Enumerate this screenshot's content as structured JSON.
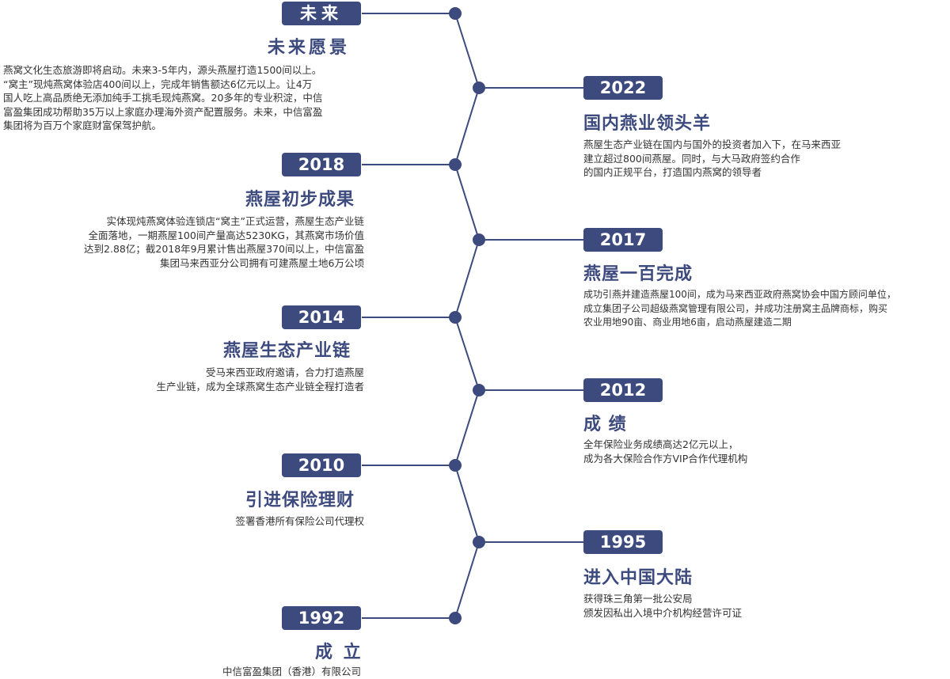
{
  "colors": {
    "accent": "#3d4a7e",
    "text": "#333333",
    "background": "#ffffff"
  },
  "milestones": [
    {
      "year": "未来",
      "title": "未来愿景",
      "desc": [
        "燕窝文化生态旅游即将启动。未来3-5年内，源头燕屋打造1500间以上。",
        "“窝主”现炖燕窝体验店400间以上，完成年销售额达6亿元以上。让4万",
        "国人吃上高品质绝无添加纯手工挑毛现炖燕窝。20多年的专业积淀，中信",
        "富盈集团成功帮助35万以上家庭办理海外资产配置服务。未来，中信富盈",
        "集团将为百万个家庭财富保驾护航。"
      ]
    },
    {
      "year": "2022",
      "title": "国内燕业领头羊",
      "desc": [
        "燕屋生态产业链在国内与国外的投资者加入下，在马来西亚",
        "建立超过800间燕屋。同时，与大马政府签约合作",
        "的国内正规平台，打造国内燕窝的领导者"
      ]
    },
    {
      "year": "2018",
      "title": "燕屋初步成果",
      "desc": [
        "实体现炖燕窝体验连锁店“窝主”正式运营，燕屋生态产业链",
        "全面落地，一期燕屋100间产量高达5230KG，其燕窝市场价值",
        "达到2.88亿；截2018年9月累计售出燕屋370间以上，中信富盈",
        "集团马来西亚分公司拥有可建燕屋土地6万公顷"
      ]
    },
    {
      "year": "2017",
      "title": "燕屋一百完成",
      "desc": [
        "成功引燕并建造燕屋100间，成为马来西亚政府燕窝协会中国方顾问单位，",
        "成立集团子公司超级燕窝管理有限公司，并成功注册窝主品牌商标，购买",
        "农业用地90亩、商业用地6亩，启动燕屋建造二期"
      ]
    },
    {
      "year": "2014",
      "title": "燕屋生态产业链",
      "desc": [
        "受马来西亚政府邀请，合力打造燕屋",
        "生产业链，成为全球燕窝生态产业链全程打造者"
      ]
    },
    {
      "year": "2012",
      "title": "成 绩",
      "desc": [
        "全年保险业务成绩高达2亿元以上，",
        "成为各大保险合作方VIP合作代理机构"
      ]
    },
    {
      "year": "2010",
      "title": "引进保险理财",
      "desc": [
        "签署香港所有保险公司代理权"
      ]
    },
    {
      "year": "1995",
      "title": "进入中国大陆",
      "desc": [
        "获得珠三角第一批公安局",
        "颁发因私出入境中介机构经营许可证"
      ]
    },
    {
      "year": "1992",
      "title": "成 立",
      "desc": [
        "中信富盈集团（香港）有限公司"
      ]
    }
  ]
}
